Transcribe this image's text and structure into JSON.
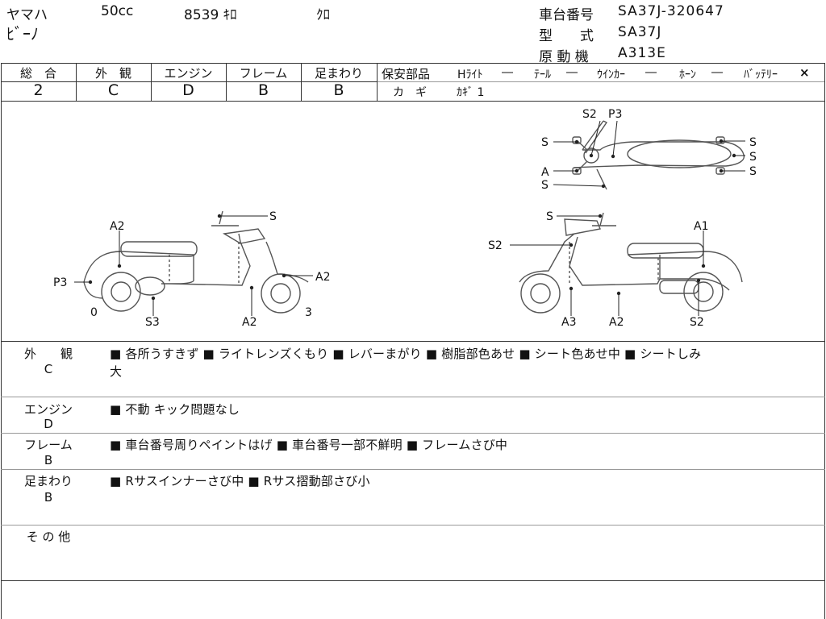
{
  "header": {
    "maker": "ヤマハ",
    "cc": "50cc",
    "mileage": "8539 ｷﾛ",
    "color": "ｸﾛ",
    "model_name": "ﾋﾞｰﾉ",
    "frame_no_label": "車台番号",
    "frame_no": "SA37J-320647",
    "type_label": "型　　式",
    "type": "SA37J",
    "engine_label": "原 動 機",
    "engine": "A313E"
  },
  "grades": {
    "overall_label": "総　合",
    "overall": "2",
    "exterior_label": "外　観",
    "exterior": "C",
    "engine_label": "エンジン",
    "engine": "D",
    "frame_label": "フレーム",
    "frame": "B",
    "suspension_label": "足まわり",
    "suspension": "B"
  },
  "safety": {
    "label": "保安部品",
    "headlight": "Hﾗｲﾄ",
    "headlight_val": "―",
    "tail": "ﾃｰﾙ",
    "tail_val": "―",
    "winker": "ｳｲﾝｶｰ",
    "winker_val": "―",
    "horn": "ﾎｰﾝ",
    "horn_val": "―",
    "battery": "ﾊﾞｯﾃﾘｰ",
    "battery_val": "×",
    "key_label": "カ　ギ",
    "key_val": "ｶｷﾞ 1"
  },
  "diagram": {
    "top": {
      "s2": "S2",
      "p3": "P3",
      "s_l1": "S",
      "a_l": "A",
      "s_l2": "S",
      "s_r1": "S",
      "s_r2": "S",
      "s_r3": "S"
    },
    "left": {
      "s": "S",
      "a2_top": "A2",
      "p3": "P3",
      "zero": "0",
      "s3": "S3",
      "a2_bottom": "A2",
      "three": "3",
      "a2_right": "A2"
    },
    "right": {
      "s": "S",
      "s2_left": "S2",
      "a1": "A1",
      "a3": "A3",
      "a2": "A2",
      "s2_bottom": "S2"
    }
  },
  "remarks": {
    "exterior_label": "外　　観",
    "exterior_grade": "C",
    "exterior_text_1": "■ 各所うすきず ■ ライトレンズくもり ■ レバーまがり ■ 樹脂部色あせ ■ シート色あせ中 ■ シートしみ",
    "exterior_text_2": "大",
    "engine_label": "エンジン",
    "engine_grade": "D",
    "engine_text": "■ 不動 キック問題なし",
    "frame_label": "フレーム",
    "frame_grade": "B",
    "frame_text": "■ 車台番号周りペイントはげ ■ 車台番号一部不鮮明 ■ フレームさび中",
    "suspension_label": "足まわり",
    "suspension_grade": "B",
    "suspension_text": "■ Rサスインナーさび中 ■ Rサス摺動部さび小",
    "other_label": "そ の 他"
  }
}
